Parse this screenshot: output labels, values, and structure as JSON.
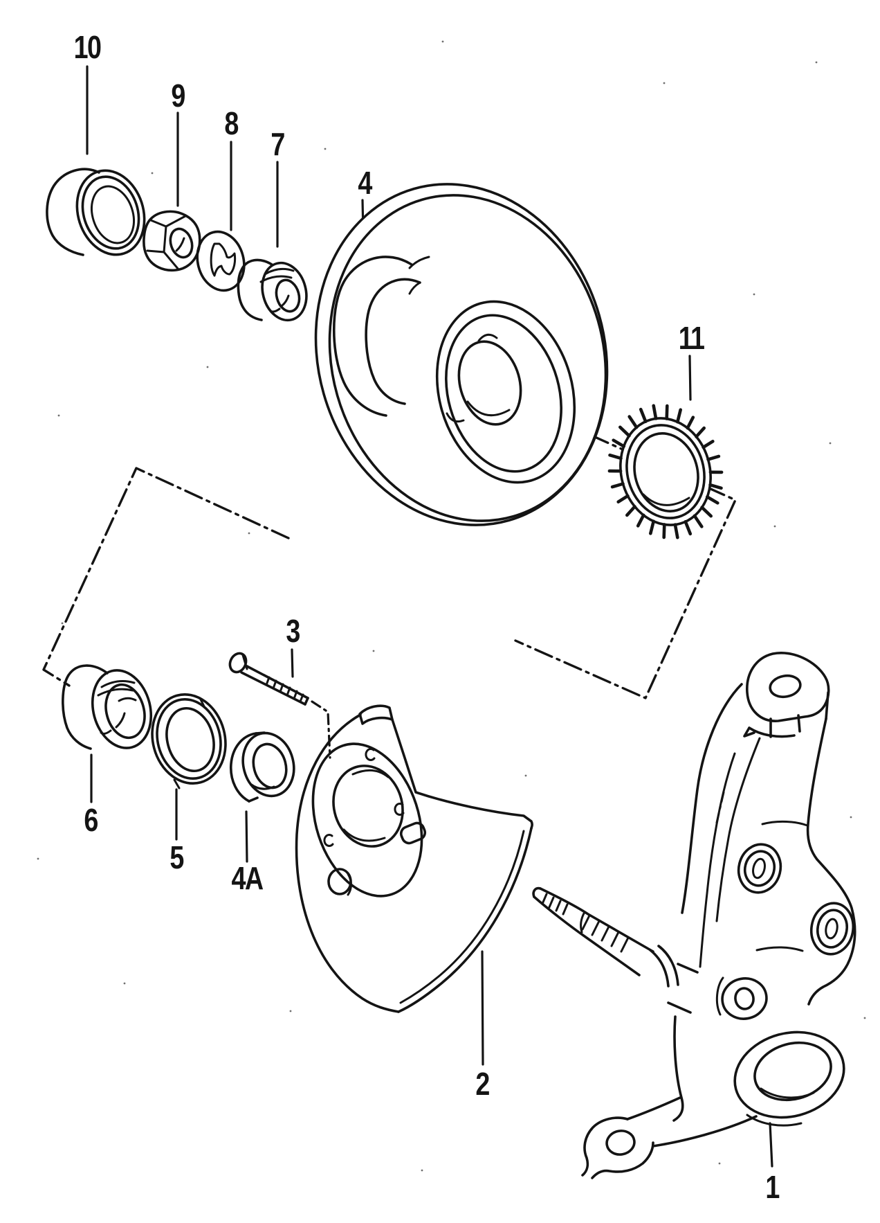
{
  "page": {
    "background": "#ffffff",
    "ink": "#141414"
  },
  "callouts": [
    {
      "id": "10",
      "label": "10",
      "part": "grease-cap"
    },
    {
      "id": "9",
      "label": "9",
      "part": "hex-nut"
    },
    {
      "id": "8",
      "label": "8",
      "part": "lock-washer"
    },
    {
      "id": "7",
      "label": "7",
      "part": "outer-wheel-bearing"
    },
    {
      "id": "4",
      "label": "4",
      "part": "brake-disc-with-hub"
    },
    {
      "id": "11",
      "label": "11",
      "part": "abs-sensor-ring"
    },
    {
      "id": "3",
      "label": "3",
      "part": "countersunk-screw"
    },
    {
      "id": "6",
      "label": "6",
      "part": "inner-wheel-bearing"
    },
    {
      "id": "5",
      "label": "5",
      "part": "seal-ring"
    },
    {
      "id": "4A",
      "label": "4A",
      "part": "thrust-ring"
    },
    {
      "id": "2",
      "label": "2",
      "part": "splash-shield"
    },
    {
      "id": "1",
      "label": "1",
      "part": "steering-knuckle-with-stub-axle"
    }
  ]
}
